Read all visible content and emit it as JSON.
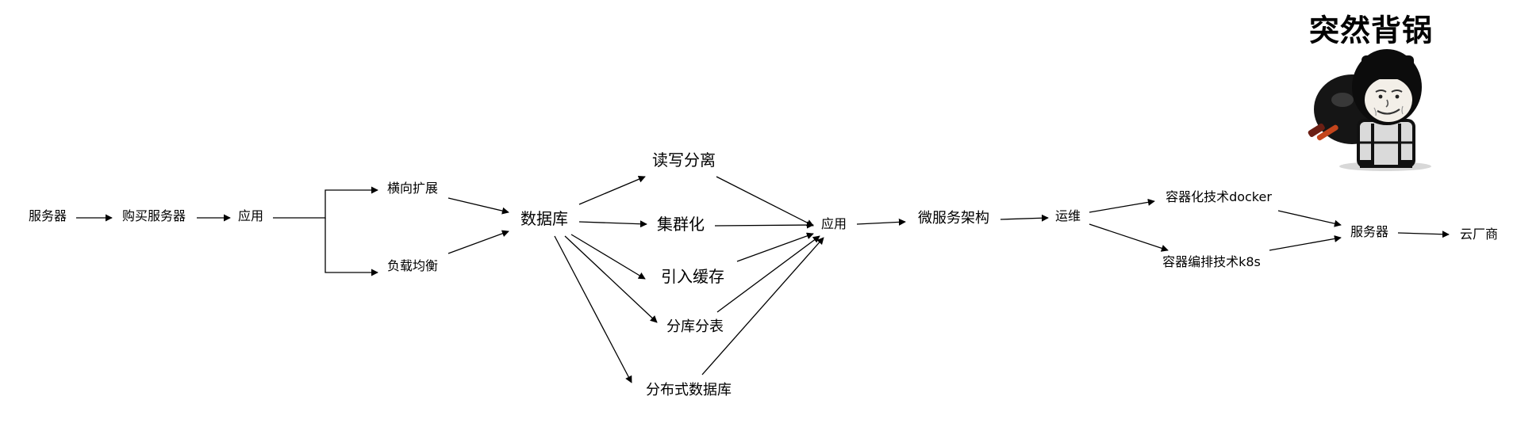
{
  "nodes": {
    "server1": "服务器",
    "buy_server": "购买服务器",
    "app1": "应用",
    "horizontal_scale": "横向扩展",
    "load_balance": "负载均衡",
    "database": "数据库",
    "read_write_split": "读写分离",
    "cluster": "集群化",
    "cache": "引入缓存",
    "sharding": "分库分表",
    "distributed_db": "分布式数据库",
    "app2": "应用",
    "microservices": "微服务架构",
    "ops": "运维",
    "docker": "容器化技术docker",
    "k8s": "容器编排技术k8s",
    "server2": "服务器",
    "cloud": "云厂商"
  },
  "meme": {
    "caption": "突然背锅",
    "icon": "wok-meme-face-icon"
  }
}
